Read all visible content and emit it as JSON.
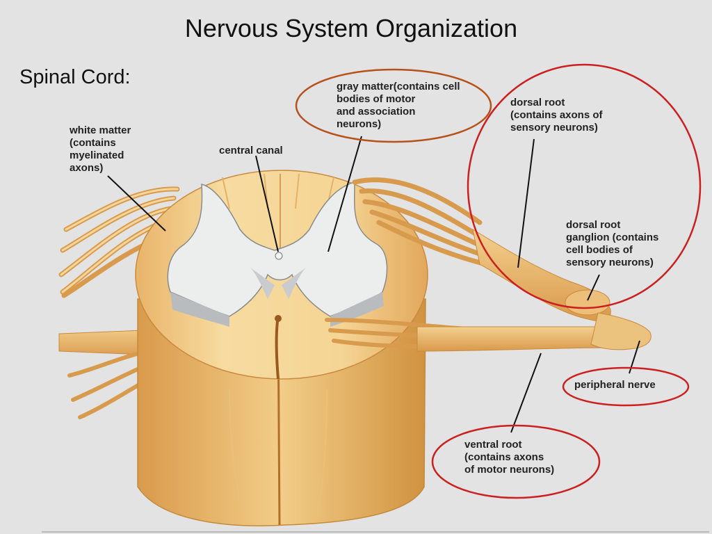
{
  "slide": {
    "title": "Nervous System Organization",
    "subtitle": "Spinal Cord:"
  },
  "labels": {
    "white_matter": "white matter\n(contains\nmyelinated\naxons)",
    "central_canal": "central canal",
    "gray_matter": "gray matter(contains cell\nbodies of motor\nand association\nneurons)",
    "dorsal_root": "dorsal root\n(contains axons of\nsensory neurons)",
    "dorsal_root_ganglion": "dorsal root\nganglion (contains\ncell bodies of\nsensory neurons)",
    "peripheral_nerve": "peripheral nerve",
    "ventral_root": "ventral root\n(contains axons\nof motor neurons)"
  },
  "colors": {
    "background": "#e3e3e3",
    "white_matter": "#f3cf8c",
    "gray_matter": "#e9eaec",
    "nerve": "#eab86e",
    "ellipse_red": "#cc1f1f",
    "ellipse_brown": "#b5521c"
  }
}
